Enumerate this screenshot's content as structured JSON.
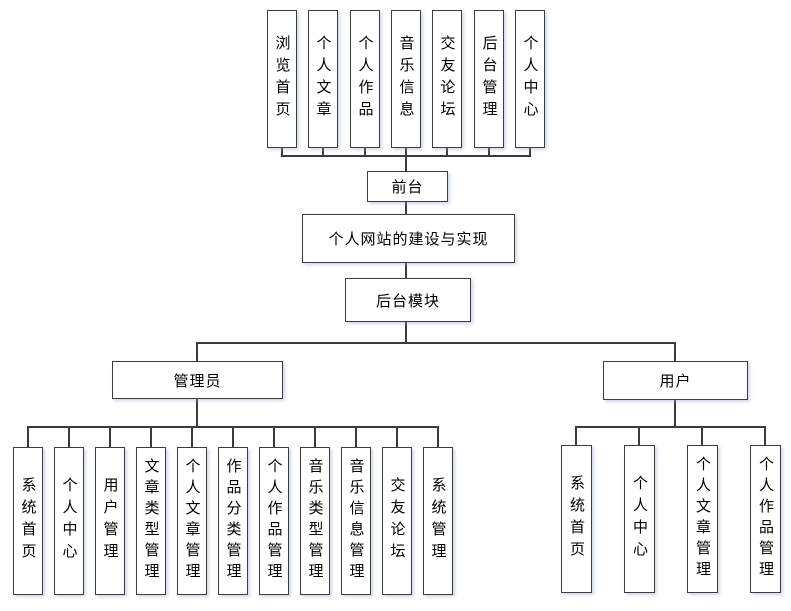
{
  "diagram": {
    "root_title": "个人网站的建设与实现",
    "frontend": {
      "label": "前台",
      "children": [
        "浏览首页",
        "个人文章",
        "个人作品",
        "音乐信息",
        "交友论坛",
        "后台管理",
        "个人中心"
      ]
    },
    "backend": {
      "label": "后台模块",
      "admin": {
        "label": "管理员",
        "children": [
          "系统首页",
          "个人中心",
          "用户管理",
          "文章类型管理",
          "个人文章管理",
          "作品分类管理",
          "个人作品管理",
          "音乐类型管理",
          "音乐信息管理",
          "交友论坛",
          "系统管理"
        ]
      },
      "user": {
        "label": "用户",
        "children": [
          "系统首页",
          "个人中心",
          "个人文章管理",
          "个人作品管理"
        ]
      }
    },
    "colors": {
      "line": "#3a3a3a",
      "box_border": "#3d3d3d",
      "box_fill": "#ffffff",
      "text": "#000000"
    }
  }
}
